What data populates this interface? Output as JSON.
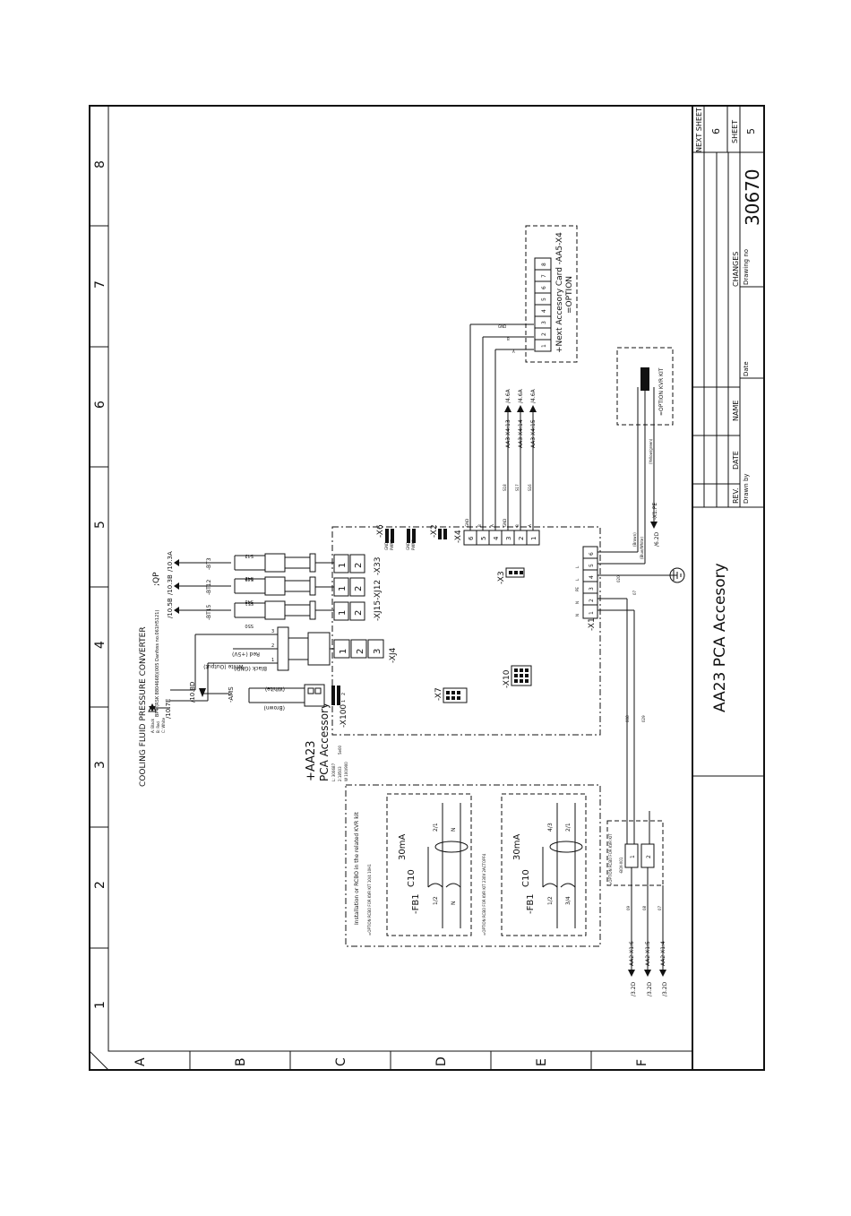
{
  "grid": {
    "columns": [
      "1",
      "2",
      "3",
      "4",
      "5",
      "6",
      "7",
      "8"
    ],
    "rows": [
      "A",
      "B",
      "C",
      "D",
      "E",
      "F"
    ]
  },
  "title_block": {
    "title": "AA23 PCA Accesory",
    "next_sheet_label": "NEXT SHEET",
    "next_sheet": "6",
    "sheet_label": "SHEET",
    "sheet": "5",
    "drawing_no_label": "Drawing no",
    "drawing_no": "30670",
    "changes_label": "CHANGES",
    "rev_label": "REV.",
    "date_label": "DATE",
    "name_label": "NAME",
    "date2_label": "Date",
    "drawn_by_label": "Drawn by"
  },
  "pca": {
    "name": "+AA23",
    "subtitle": "PCA Accessory",
    "info": [
      "L: 300687",
      "2:18503",
      "5e00",
      "W 100/900"
    ]
  },
  "sensor": {
    "title": "COOLING FLUID PRESSURE CONVERTER",
    "part": "BP4 (RSK 8804668)(005 Danfoss no.061H5121)",
    "qp": ";QP",
    "legend": [
      "A: Black",
      "B: Red",
      "C: White"
    ],
    "ref": "/10.7E",
    "wires": [
      {
        "label": "White (Output)",
        "pin": "3"
      },
      {
        "label": "Red (+5V)",
        "pin": "2"
      },
      {
        "label": "Black (GND)",
        "pin": "1"
      }
    ]
  },
  "ams": {
    "ref": "/10.8D",
    "tag": "-AMS",
    "wires": [
      "(White)",
      "(Brown)"
    ],
    "codes": [
      "S45",
      "S41"
    ]
  },
  "sensors_bt": [
    {
      "ref": "/10.3A",
      "tag": "-BT3",
      "codes": [
        "S43",
        "S42"
      ],
      "connector": "-X33",
      "pins": [
        "1",
        "2"
      ]
    },
    {
      "ref": "/10.3B",
      "tag": "-BT12",
      "codes": [
        "S49",
        "S48"
      ],
      "connector": "-XJ15-XJ12",
      "pins": [
        "1",
        "2"
      ]
    },
    {
      "ref": "/10.5B",
      "tag": "-BT15",
      "codes": [
        "S51",
        "S50"
      ],
      "connector": "",
      "pins": [
        "1",
        "2"
      ]
    }
  ],
  "connectors": {
    "x4j": {
      "label": "-XJ4",
      "pins": [
        "1",
        "2",
        "3"
      ]
    },
    "x100": {
      "label": "-X100",
      "pins": [
        "1",
        "2"
      ]
    },
    "x6": {
      "label": "-X6",
      "pins": [
        "GND",
        "PWM1"
      ]
    },
    "x2": {
      "label": "-X2",
      "pins": [
        "GND",
        "PWM1"
      ]
    },
    "x4": {
      "label": "-X4",
      "pins": [
        "6",
        "5",
        "4",
        "3",
        "2",
        "1"
      ]
    },
    "x3": {
      "label": "-X3"
    },
    "x10": {
      "label": "-X10"
    },
    "x7": {
      "label": "-X7"
    },
    "x1": {
      "label": "-X1",
      "pins": [
        "1",
        "2",
        "3",
        "4",
        "5",
        "6"
      ],
      "codes": [
        "N",
        "N",
        "PE",
        "L",
        "L",
        ""
      ]
    }
  },
  "x4_wires": [
    {
      "label": "GND"
    },
    {
      "label": "B"
    },
    {
      "label": "A"
    },
    {
      "label": "GND"
    },
    {
      "label": "B"
    },
    {
      "label": "A"
    }
  ],
  "aa3_refs": [
    {
      "target": "-AA3-X4:13",
      "ref": "/4.6A",
      "code": "S18"
    },
    {
      "target": "-AA3-X4:14",
      "ref": "/4.6A",
      "code": "S17"
    },
    {
      "target": "-AA3-X4:15",
      "ref": "/4.6A",
      "code": "S16"
    }
  ],
  "next_card": {
    "title": "+Next Accesory Card -AA5-X4",
    "option": "=OPTION",
    "pins": [
      "1",
      "2",
      "3",
      "4",
      "5",
      "6",
      "7",
      "8"
    ],
    "wire_labels": [
      "GND",
      "B",
      "A"
    ]
  },
  "kvr_kit": {
    "label": "=OPTION\nKVR KIT",
    "wire_colors": [
      "(Brown)",
      "(Blue/White)",
      "(Yellow/green)"
    ],
    "pe_label": "-X1:PE",
    "ref": "/6.2D",
    "codes": [
      "020",
      "07"
    ]
  },
  "rcbo": {
    "outer_note": "Installation or RCBO in the related KVR kit",
    "units": [
      {
        "option": "=OPTION\nRCBO FOR KVR KIT 10/4 10H1",
        "tag": "-FB1",
        "rating": "C10",
        "rcd": "30mA",
        "poles": [
          "1/2",
          "N",
          "2/1",
          "N"
        ]
      },
      {
        "option": "=OPTION\nRCBO FOR KVR KIT 230V 2ACTOPF4",
        "tag": "-FB1",
        "rating": "C10",
        "rcd": "30mA",
        "poles": [
          "1/2",
          "3/4",
          "4/3",
          "2/1"
        ]
      }
    ]
  },
  "kvr_terminal": {
    "title": "=OPTION RCBO FOR KVR KIT",
    "tag": "-BOX-X01",
    "pins": [
      "1",
      "2"
    ]
  },
  "aa2_refs": [
    {
      "target": "-AA2-X1:6",
      "ref": "/3.2D",
      "code": "09"
    },
    {
      "target": "-AA2-X1:5",
      "ref": "/3.2D",
      "code": "08"
    },
    {
      "target": "-AA2-X1:4",
      "ref": "/3.2D",
      "code": "07"
    }
  ],
  "x1_wire_codes": [
    "008",
    "029"
  ]
}
